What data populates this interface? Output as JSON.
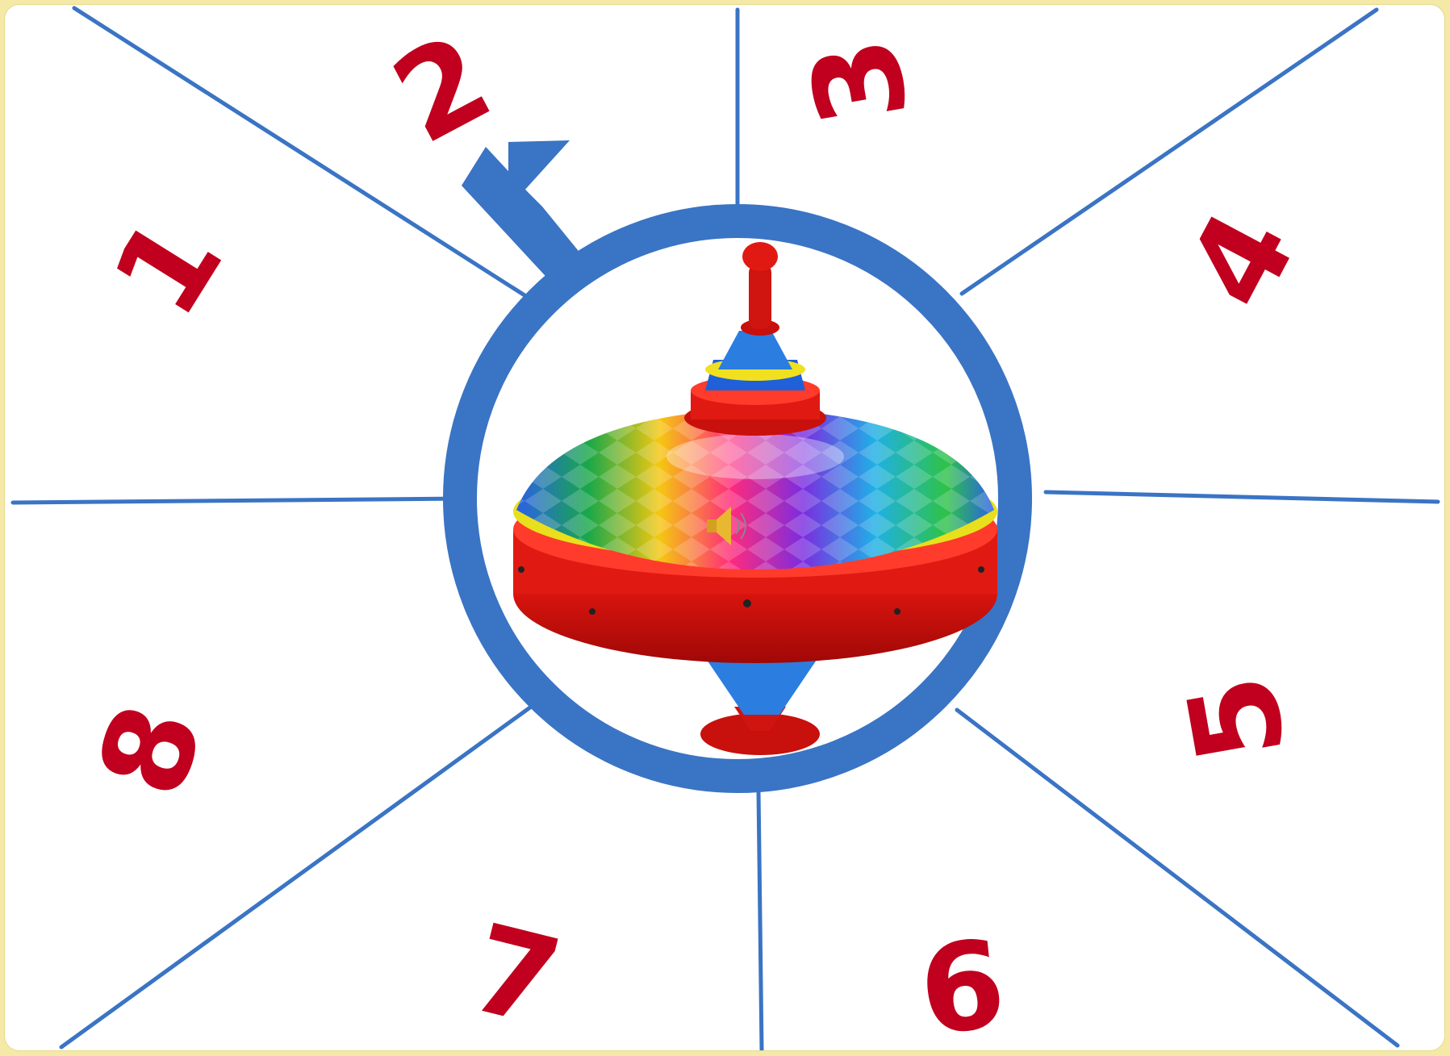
{
  "game": {
    "segments": [
      {
        "label": "1"
      },
      {
        "label": "2"
      },
      {
        "label": "3"
      },
      {
        "label": "4"
      },
      {
        "label": "5"
      },
      {
        "label": "6"
      },
      {
        "label": "7"
      },
      {
        "label": "8"
      }
    ],
    "pointer_target": "2",
    "spinner": {
      "name": "spinning-top",
      "icon": "speaker-icon"
    },
    "colors": {
      "number": "#c0001e",
      "divider": "#3a74c4",
      "ring": "#3a74c4",
      "arrow": "#3a74c4",
      "frame": "#f5e9a8"
    }
  }
}
